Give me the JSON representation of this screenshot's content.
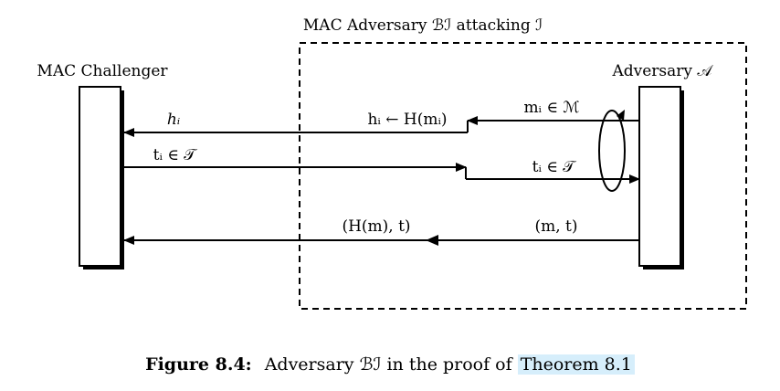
{
  "box": {
    "title": "MAC Adversary ℬℐ attacking ℐ"
  },
  "parties": {
    "challenger": "MAC Challenger",
    "adversary": "Adversary 𝒜"
  },
  "messages": {
    "h_left": "hᵢ",
    "h_assign": "hᵢ ← H(mᵢ)",
    "m_in": "mᵢ ∈ ℳ",
    "t_left": "tᵢ ∈ 𝒯",
    "t_right": "tᵢ ∈ 𝒯",
    "forge_left": "(H(m),  t)",
    "forge_right": "(m, t)"
  },
  "caption": {
    "figure_label": "Figure 8.4:",
    "text": "Adversary ℬℐ in the proof of ",
    "reference": "Theorem 8.1"
  }
}
